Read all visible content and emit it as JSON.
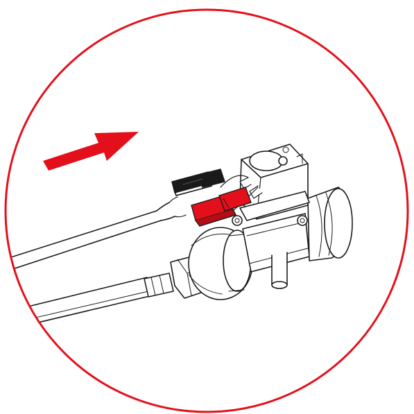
{
  "diagram": {
    "subject": "solenoid-valve-connector-installation",
    "colors": {
      "frame_circle": "#e3101b",
      "arrow": "#e3101b",
      "connector_black": "#1a1a1a",
      "connector_red": "#e3101b",
      "line_art": "#1a1a1a",
      "background": "#ffffff"
    },
    "arrow": {
      "meaning": "direction-of-connector-insertion",
      "icon": "arrow-right-up-icon"
    },
    "connectors": [
      {
        "name": "black-wire-connector",
        "color": "black"
      },
      {
        "name": "red-wire-connector",
        "color": "red"
      }
    ],
    "parts": [
      "solenoid-coil",
      "valve-body",
      "inlet-nut",
      "outlet-nut",
      "supply-hose",
      "wire-pair",
      "drain-spigot"
    ]
  }
}
